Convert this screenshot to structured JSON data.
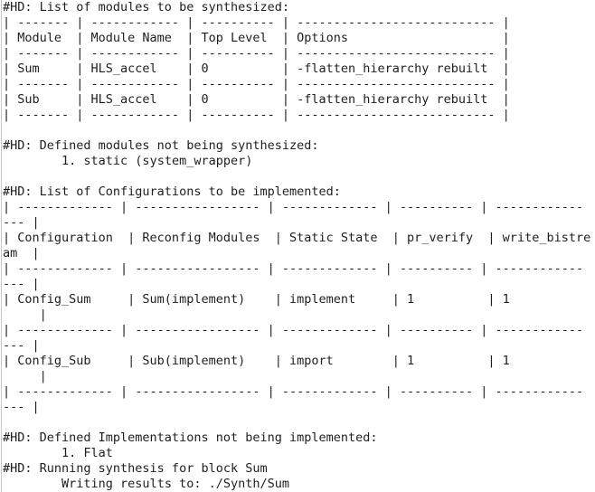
{
  "terminal": {
    "lines": [
      "#HD: List of modules to be synthesized:",
      "| ------- | ------------ | ---------- | --------------------------- |",
      "| Module  | Module Name  | Top Level  | Options                     |",
      "| ------- | ------------ | ---------- | --------------------------- |",
      "| Sum     | HLS_accel    | 0          | -flatten_hierarchy rebuilt  |",
      "| ------- | ------------ | ---------- | --------------------------- |",
      "| Sub     | HLS_accel    | 0          | -flatten_hierarchy rebuilt  |",
      "| ------- | ------------ | ---------- | --------------------------- |",
      "",
      "#HD: Defined modules not being synthesized:",
      "\t1. static (system_wrapper)",
      "",
      "#HD: List of Configurations to be implemented:",
      "| ------------- | ----------------- | ------------- | ---------- | ------------",
      "--- |",
      "| Configuration  | Reconfig Modules  | Static State  | pr_verify  | write_bistre",
      "am  |",
      "| ------------- | ----------------- | ------------- | ---------- | ------------",
      "--- |",
      "| Config_Sum     | Sum(implement)    | implement     | 1          | 1",
      "     |",
      "| ------------- | ----------------- | ------------- | ---------- | ------------",
      "--- |",
      "| Config_Sub     | Sub(implement)    | import        | 1          | 1",
      "     |",
      "| ------------- | ----------------- | ------------- | ---------- | ------------",
      "--- |",
      "",
      "#HD: Defined Implementations not being implemented:",
      "\t1. Flat",
      "#HD: Running synthesis for block Sum",
      "\tWriting results to: ./Synth/Sum"
    ]
  }
}
